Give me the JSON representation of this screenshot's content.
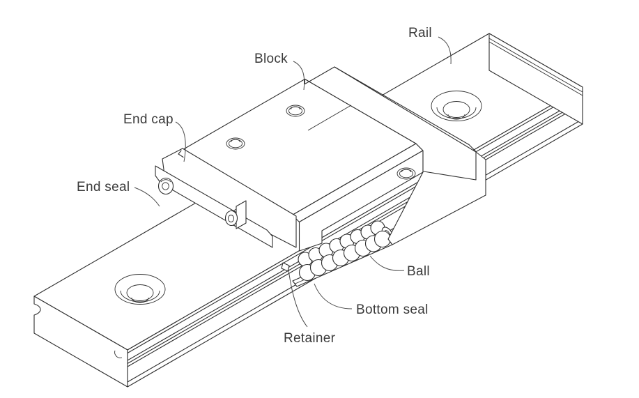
{
  "diagram": {
    "type": "technical-illustration",
    "subject": "Miniature linear motion guide cutaway (rail and block assembly)",
    "background_color": "#ffffff",
    "line_color": "#2e2e2e",
    "text_color": "#3a3a3a",
    "labels": {
      "rail": "Rail",
      "block": "Block",
      "end_cap": "End cap",
      "end_seal": "End seal",
      "ball": "Ball",
      "bottom_seal": "Bottom seal",
      "retainer": "Retainer"
    }
  }
}
